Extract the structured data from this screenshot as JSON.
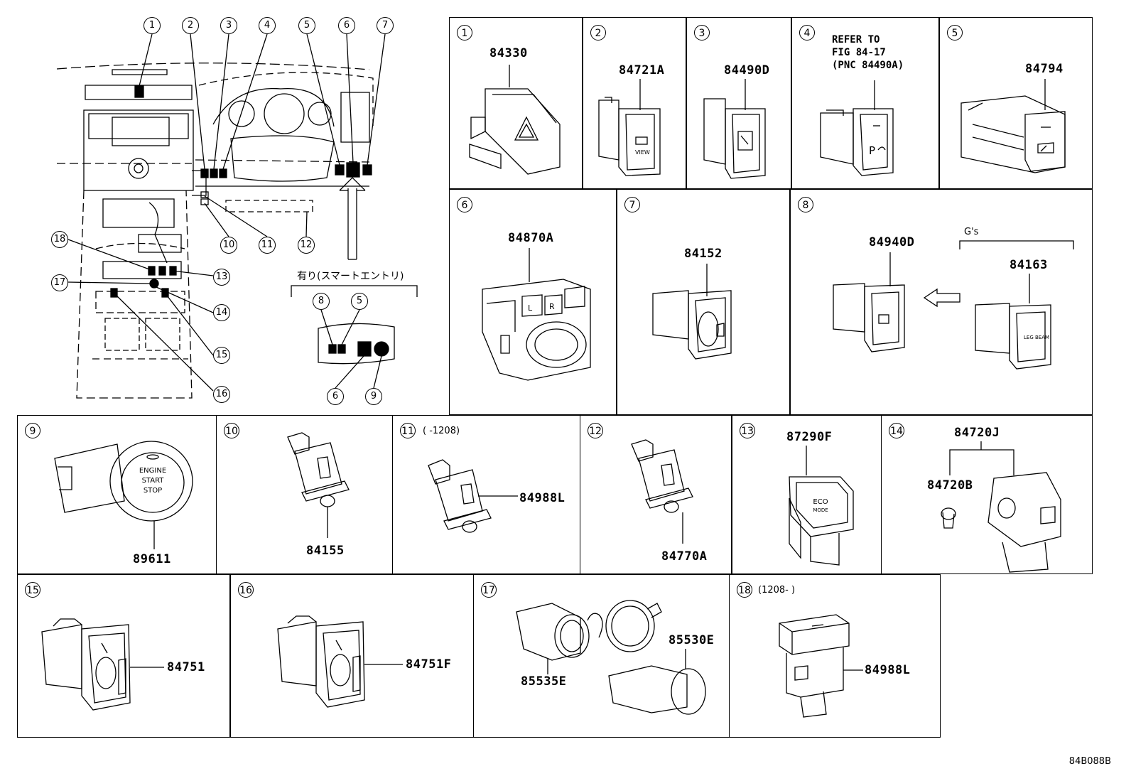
{
  "footer_code": "84B088B",
  "overview": {
    "callouts": [
      "1",
      "2",
      "3",
      "4",
      "5",
      "6",
      "7",
      "8",
      "9",
      "10",
      "11",
      "12",
      "13",
      "14",
      "15",
      "16",
      "17",
      "18"
    ],
    "smart_entry_label": "有り(スマートエントリ)",
    "smart_entry_callouts": [
      "8",
      "5",
      "6",
      "9"
    ]
  },
  "cells": [
    {
      "num": "1",
      "parts": [
        "84330"
      ]
    },
    {
      "num": "2",
      "parts": [
        "84721A"
      ],
      "face_text": "VIEW"
    },
    {
      "num": "3",
      "parts": [
        "84490D"
      ]
    },
    {
      "num": "4",
      "refer_note": "REFER TO\nFIG 84-17\n(PNC 84490A)"
    },
    {
      "num": "5",
      "parts": [
        "84794"
      ]
    },
    {
      "num": "6",
      "parts": [
        "84870A"
      ],
      "face_text": [
        "L",
        "R"
      ]
    },
    {
      "num": "7",
      "parts": [
        "84152"
      ]
    },
    {
      "num": "8",
      "parts": [
        "84940D",
        "84163"
      ],
      "variant_label": "G's",
      "face_text": "LEG BEAM"
    },
    {
      "num": "9",
      "parts": [
        "89611"
      ],
      "face_text": "ENGINE START STOP"
    },
    {
      "num": "10",
      "parts": [
        "84155"
      ]
    },
    {
      "num": "11",
      "parts": [
        "84988L"
      ],
      "date_note": "(      -1208)"
    },
    {
      "num": "12",
      "parts": [
        "84770A"
      ]
    },
    {
      "num": "13",
      "parts": [
        "87290F"
      ],
      "face_text": "ECO MODE"
    },
    {
      "num": "14",
      "parts": [
        "84720J",
        "84720B"
      ]
    },
    {
      "num": "15",
      "parts": [
        "84751"
      ]
    },
    {
      "num": "16",
      "parts": [
        "84751F"
      ]
    },
    {
      "num": "17",
      "parts": [
        "85530E",
        "85535E"
      ]
    },
    {
      "num": "18",
      "parts": [
        "84988L"
      ],
      "date_note": "(1208-      )"
    }
  ]
}
